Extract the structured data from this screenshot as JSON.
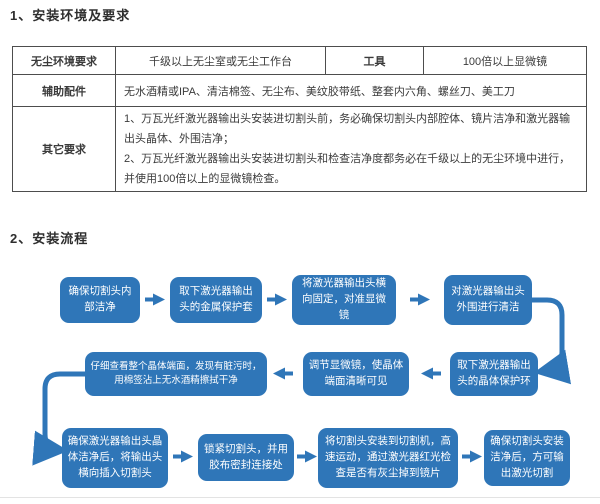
{
  "sections": {
    "s1": "1、安装环境及要求",
    "s2": "2、安装流程"
  },
  "table": {
    "row1": {
      "label": "无尘环境要求",
      "env": "千级以上无尘室或无尘工作台",
      "tool_label": "工具",
      "tool": "100倍以上显微镜"
    },
    "row2": {
      "label": "辅助配件",
      "items": "无水酒精或IPA、清洁棉签、无尘布、美纹胶带纸、整套内六角、螺丝刀、美工刀"
    },
    "row3": {
      "label": "其它要求",
      "line1": "1、万瓦光纤激光器输出头安装进切割头前，务必确保切割头内部腔体、镜片洁净和激光器输出头晶体、外围洁净；",
      "line2": "2、万瓦光纤激光器输出头安装进切割头和检查洁净度都务必在千级以上的无尘环境中进行，并使用100倍以上的显微镜检查。"
    }
  },
  "flow": {
    "row1": [
      "确保切割头内部洁净",
      "取下激光器输出头的金属保护套",
      "将激光器输出头横向固定，对准显微镜",
      "对激光器输出头外围进行清洁"
    ],
    "row2": [
      "仔细查看整个晶体端面，发现有脏污时，用棉签沾上无水酒精擦拭干净",
      "调节显微镜，使晶体端面清晰可见",
      "取下激光器输出头的晶体保护环"
    ],
    "row3": [
      "确保激光器输出头晶体洁净后，将输出头横向插入切割头",
      "锁紧切割头，并用胶布密封连接处",
      "将切割头安装到切割机，高速运动，通过激光器红光检查是否有灰尘掉到镜片",
      "确保切割头安装洁净后，方可输出激光切割"
    ]
  },
  "colors": {
    "flow_box_blue": "#2F76B8",
    "table_border": "#4d4d4d",
    "text": "#3b3b3b",
    "divider": "#e3e3e3"
  }
}
